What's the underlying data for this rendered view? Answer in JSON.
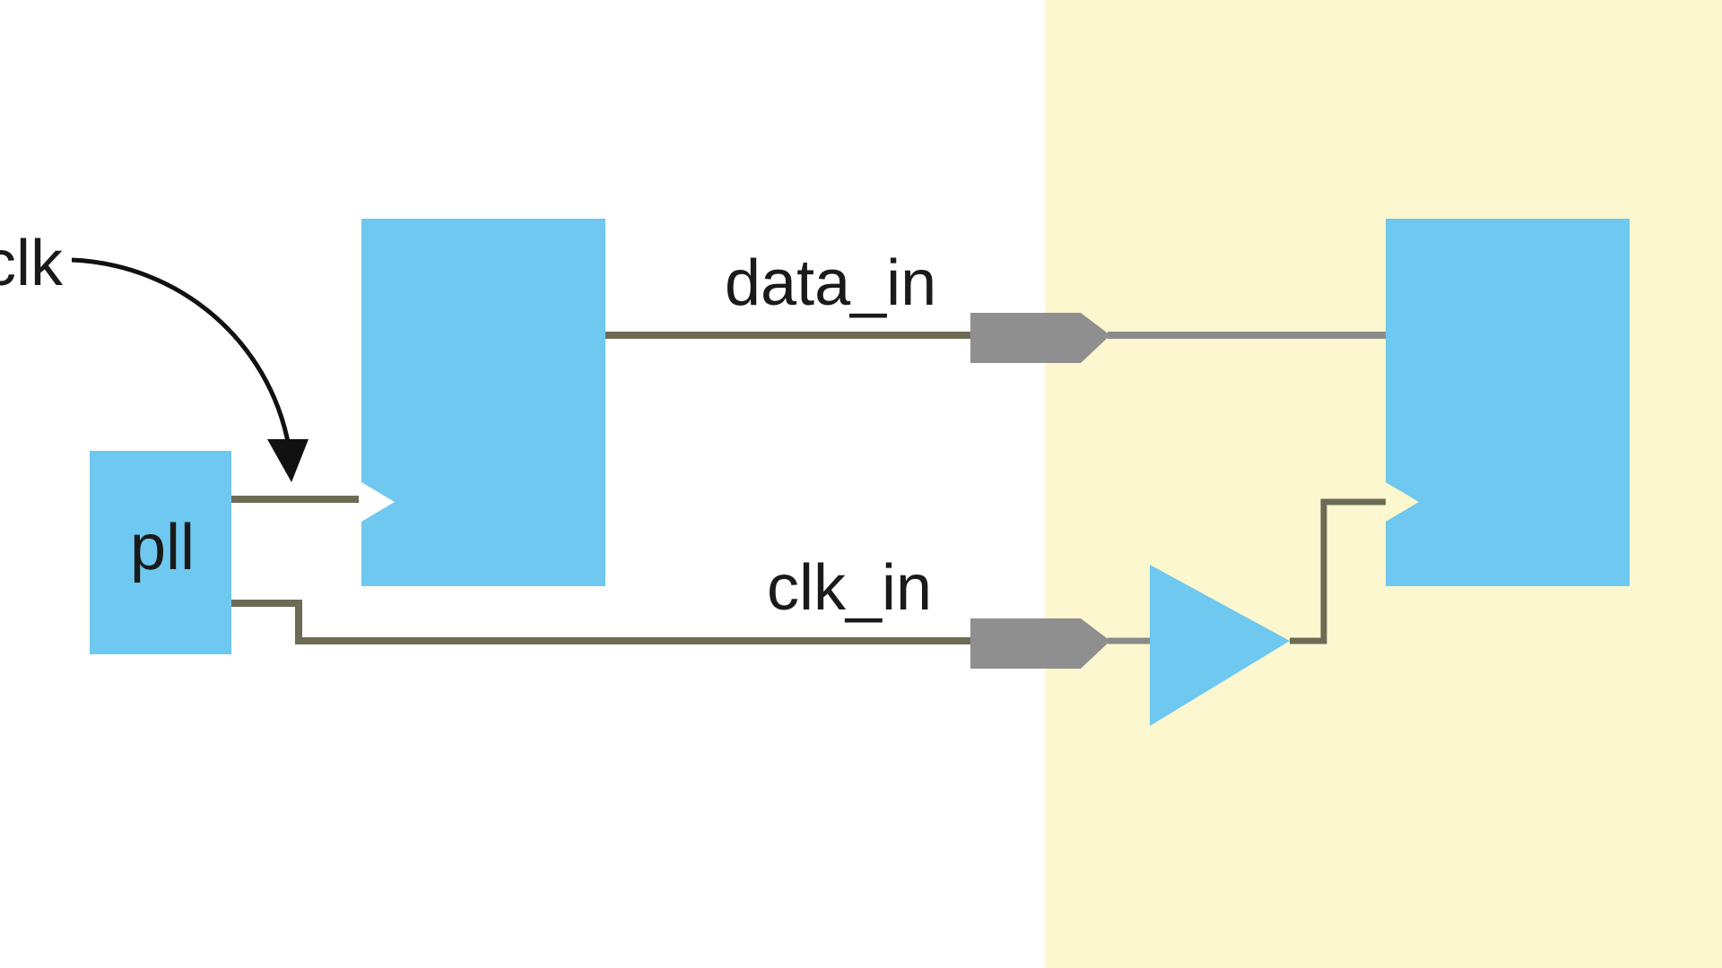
{
  "diagram": {
    "labels": {
      "clk": "clk",
      "pll": "pll",
      "data_in": "data_in",
      "clk_in": "clk_in"
    },
    "colors": {
      "page_background": "#ffffff",
      "fpga_region": "#fdf7cf",
      "block_fill": "#6ec8ef",
      "wire": "#6e6b55",
      "wire_gray": "#8a8a8a",
      "io_pad": "#8f8f8f",
      "arrow": "#111111",
      "text": "#1a1a1a"
    }
  }
}
